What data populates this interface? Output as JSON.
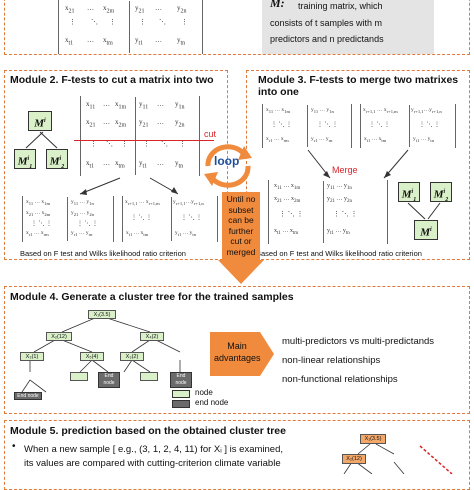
{
  "top": {
    "row1": [
      "x",
      "x",
      "y",
      "y"
    ],
    "desc_line1": "training matrix, which",
    "desc_line2": "consists of t samples with m",
    "desc_line3": "predictors and n predictands"
  },
  "module2": {
    "title": "Module 2. F-tests to cut a matrix into two",
    "cut_label": "cut",
    "caption": "Based on F test and Wilks likelihood ratio criterion",
    "node_root": "M",
    "node_left": "M₁",
    "node_right": "M₂"
  },
  "module3": {
    "title_line1": "Module 3. F-tests to merge two matrixes",
    "title_line2": "into one",
    "merge_label": "Merge",
    "caption": "Based on F test  and Wilks likelihood ratio criterion",
    "node_left": "M₁",
    "node_right": "M₂",
    "node_root": "M"
  },
  "loop": {
    "label": "loop",
    "until_text": [
      "Until no",
      "subset",
      "can be",
      "further",
      "cut or",
      "merged"
    ]
  },
  "module4": {
    "title": "Module 4. Generate a cluster tree for the trained samples",
    "main_adv_line1": "Main",
    "main_adv_line2": "advantages",
    "advantages": [
      "multi-predictors vs multi-predictands",
      "non-linear relationships",
      "non-functional relationships"
    ],
    "legend_node": "node",
    "legend_end": "end node",
    "tree_nodes": [
      "X₁(3.5)",
      "X₂(12)",
      "X₄(2)",
      "X₅(4)",
      "X₃(1)",
      "X₃(2)"
    ],
    "end_nodes": [
      "End node",
      "End node",
      "End node"
    ]
  },
  "module5": {
    "title": "Module 5. prediction based on the obtained cluster tree",
    "bullet_line1": "When a new sample [ e.g., (3, 1, 2, 4, 11) for Xᵢ ] is examined,",
    "bullet_line2": "its values are compared with cutting-criterion climate variable",
    "tree_node1": "X₁(3.5)",
    "tree_node2": "X₂(12)"
  },
  "colors": {
    "dash": "#e07a3a",
    "node_fill": "#d9f0c8",
    "end_fill": "#6b6b6b",
    "arrow": "#f08a3c",
    "cut_red": "#d9242a"
  }
}
